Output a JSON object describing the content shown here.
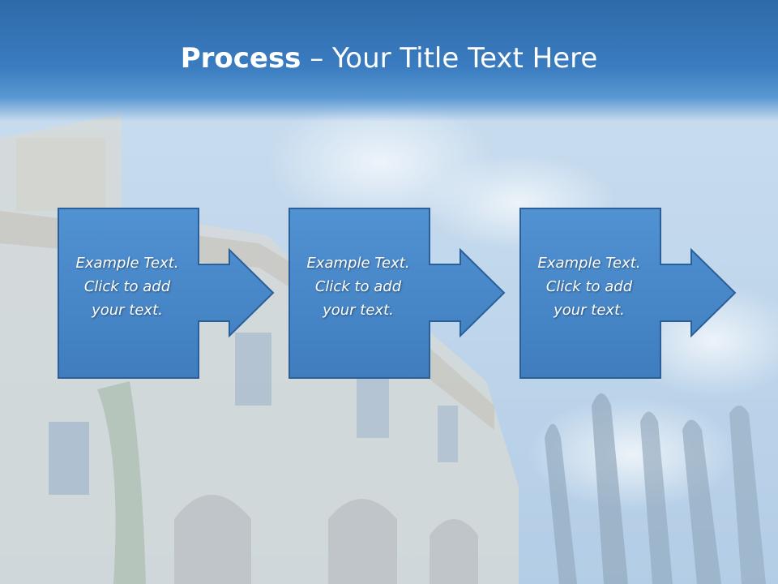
{
  "title": {
    "strong": "Process",
    "rest": " – Your Title Text Here"
  },
  "steps": [
    {
      "line1": "Example Text.",
      "line2": "Click  to add",
      "line3": "your text."
    },
    {
      "line1": "Example Text.",
      "line2": "Click  to add",
      "line3": "your text."
    },
    {
      "line1": "Example Text.",
      "line2": "Click  to add",
      "line3": "your text."
    }
  ],
  "colors": {
    "title_band": "#2e6aa8",
    "box_fill": "#4a86c8",
    "box_border": "#2b5f99"
  }
}
